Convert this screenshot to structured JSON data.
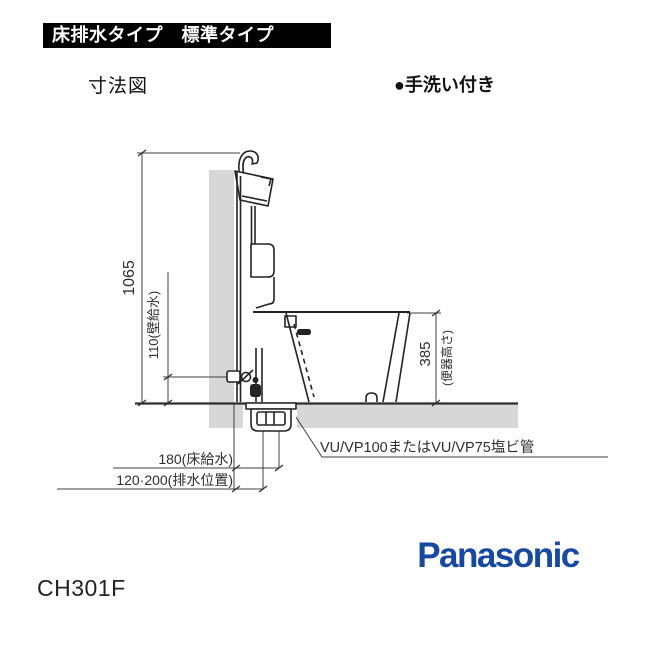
{
  "header": {
    "banner": "床排水タイプ　標準タイプ"
  },
  "titles": {
    "drawing": "寸法図",
    "feature": "●手洗い付き"
  },
  "diagram": {
    "dimensions": {
      "overall_height": "1065",
      "wall_water_supply": "110(壁給水)",
      "bowl_height": "385",
      "bowl_height_note": "(便器高さ)",
      "floor_water_supply": "180(床給水)",
      "drain_position": "120·200(排水位置)",
      "drain_pipe_note": "VU/VP100またはVU/VP75塩ビ管"
    },
    "colors": {
      "line": "#232323",
      "dimension_line": "#3f3f3f",
      "wall_fill": "#d7d7d7",
      "floor_fill": "#d7d7d7"
    }
  },
  "footer": {
    "brand": "Panasonic",
    "model": "CH301F"
  }
}
